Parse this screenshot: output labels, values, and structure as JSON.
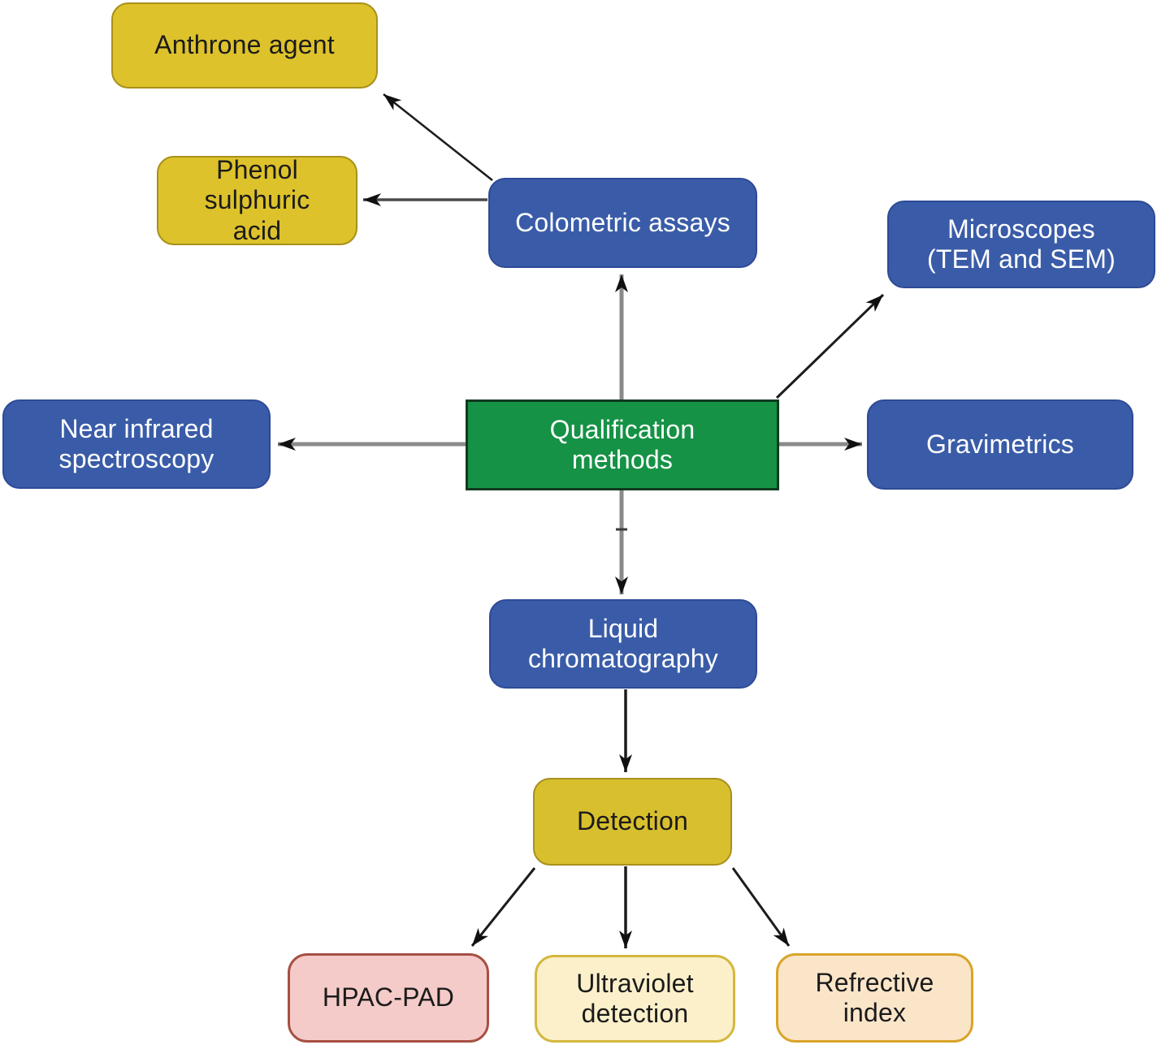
{
  "diagram": {
    "background": "#ffffff",
    "arrow_line_gray": "#8a8a8a",
    "arrow_line_black": "#1c1c1c",
    "arrowhead_color": "#111111"
  },
  "nodes": {
    "qualification_methods": {
      "label": "Qualification\nmethods",
      "fill": "#159245",
      "border": "#113a20",
      "text_color": "#ffffff",
      "shape": "rectangle"
    },
    "colometric_assays": {
      "label": "Colometric assays",
      "fill": "#3a5ca8",
      "border": "#2e4a97",
      "text_color": "#ffffff",
      "shape": "rounded"
    },
    "anthrone_agent": {
      "label": "Anthrone agent",
      "fill": "#ddc22b",
      "border": "#a89019",
      "text_color": "#1b1b1b",
      "shape": "rounded"
    },
    "phenol_sulphuric_acid": {
      "label": "Phenol\nsulphuric\nacid",
      "fill": "#ddc22b",
      "border": "#a89019",
      "text_color": "#1b1b1b",
      "shape": "rounded"
    },
    "microscopes": {
      "label": "Microscopes\n(TEM and SEM)",
      "fill": "#3a5ca8",
      "border": "#2e4a97",
      "text_color": "#ffffff",
      "shape": "rounded"
    },
    "near_infrared_spectroscopy": {
      "label": "Near infrared\nspectroscopy",
      "fill": "#3a5ca8",
      "border": "#2e4a97",
      "text_color": "#ffffff",
      "shape": "rounded"
    },
    "gravimetrics": {
      "label": "Gravimetrics",
      "fill": "#3a5ca8",
      "border": "#2e4a97",
      "text_color": "#ffffff",
      "shape": "rounded"
    },
    "liquid_chromatography": {
      "label": "Liquid\nchromatography",
      "fill": "#3a5ca8",
      "border": "#2e4a97",
      "text_color": "#ffffff",
      "shape": "rounded"
    },
    "detection": {
      "label": "Detection",
      "fill": "#d8bf2e",
      "border": "#a8901f",
      "text_color": "#1b1b1b",
      "shape": "rounded"
    },
    "hpac_pad": {
      "label": "HPAC-PAD",
      "fill": "#f4cbc8",
      "border": "#a74f44",
      "text_color": "#1b1b1b",
      "shape": "rounded-lg"
    },
    "ultraviolet_detection": {
      "label": "Ultraviolet\ndetection",
      "fill": "#fbf0ca",
      "border": "#d4b83e",
      "text_color": "#1b1b1b",
      "shape": "rounded-lg"
    },
    "refrective_index": {
      "label": "Refrective\nindex",
      "fill": "#fbe5c9",
      "border": "#d9a429",
      "text_color": "#1b1b1b",
      "shape": "rounded-lg"
    }
  },
  "edges": [
    {
      "from": "colometric_assays",
      "to": "anthrone_agent"
    },
    {
      "from": "colometric_assays",
      "to": "phenol_sulphuric_acid"
    },
    {
      "from": "qualification_methods",
      "to": "colometric_assays"
    },
    {
      "from": "qualification_methods",
      "to": "microscopes"
    },
    {
      "from": "qualification_methods",
      "to": "gravimetrics"
    },
    {
      "from": "qualification_methods",
      "to": "near_infrared_spectroscopy"
    },
    {
      "from": "qualification_methods",
      "to": "liquid_chromatography"
    },
    {
      "from": "liquid_chromatography",
      "to": "detection"
    },
    {
      "from": "detection",
      "to": "hpac_pad"
    },
    {
      "from": "detection",
      "to": "ultraviolet_detection"
    },
    {
      "from": "detection",
      "to": "refrective_index"
    }
  ]
}
